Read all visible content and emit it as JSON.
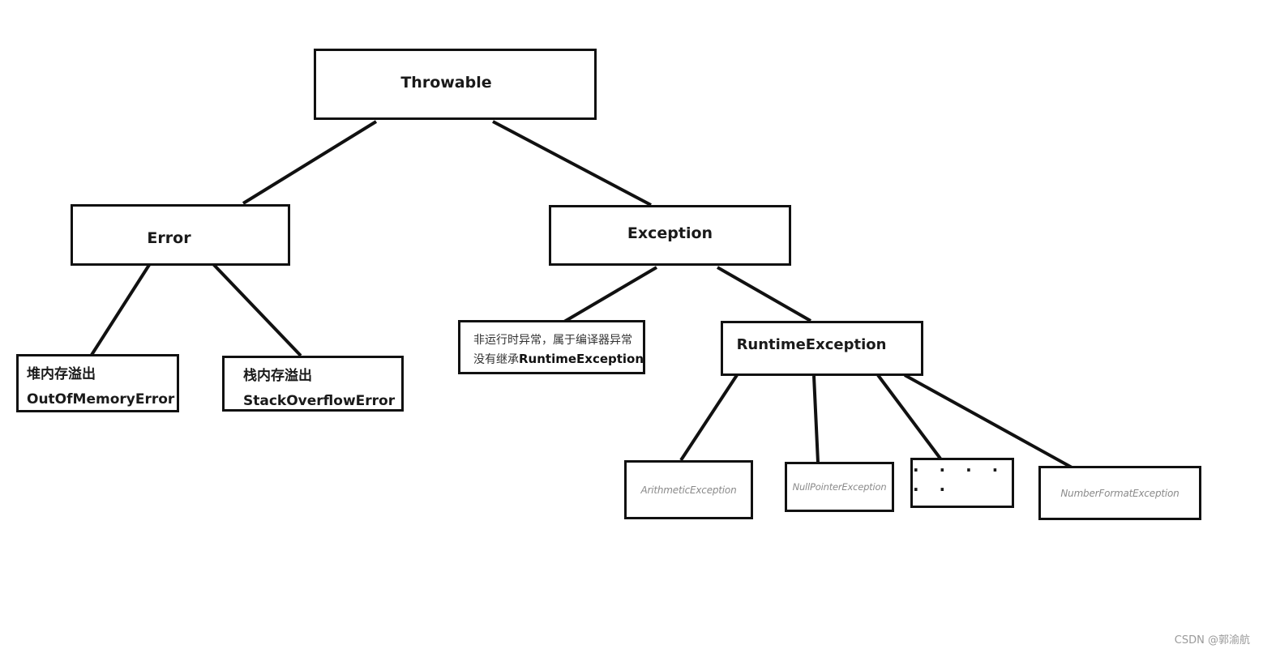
{
  "nodes": {
    "throwable": "Throwable",
    "error": "Error",
    "exception": "Exception",
    "heap_overflow": {
      "line1": "堆内存溢出",
      "line2": "OutOfMemoryError"
    },
    "stack_overflow": {
      "line1": "栈内存溢出",
      "line2": "StackOverflowError"
    },
    "checked_note": {
      "line1": "非运行时异常，属于编译器异常",
      "line2_prefix": "没有继承",
      "line2_bold": "RuntimeException"
    },
    "runtime_exception": "RuntimeException",
    "arithmetic": "ArithmeticException",
    "null_pointer": "NullPointerException",
    "ellipsis": "· · · · · ·",
    "number_format": "NumberFormatException"
  },
  "watermark": "CSDN @郭渝航"
}
